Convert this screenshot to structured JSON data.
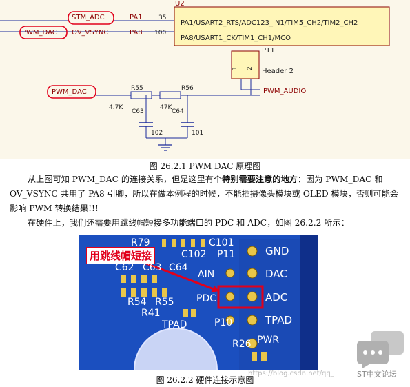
{
  "schematic": {
    "chip_ref": "U2",
    "pins": [
      {
        "net": "STM_ADC",
        "port": "PA1",
        "num": "35",
        "func": "PA1/USART2_RTS/ADC123_IN1/TIM5_CH2/TIM2_CH2"
      },
      {
        "net": "PWM_DAC",
        "net2": "OV_VSYNC",
        "port": "PA8",
        "num": "100",
        "func": "PA8/USART1_CK/TIM1_CH1/MCO"
      }
    ],
    "header_ref": "P11",
    "header_name": "Header 2",
    "header_pin1": "1",
    "header_pin2": "2",
    "filter": {
      "input_net": "PWM_DAC",
      "r1_ref": "R55",
      "r1_val": "4.7K",
      "r2_ref": "R56",
      "r2_val": "47K",
      "c1_ref": "C63",
      "c1_val": "102",
      "c2_ref": "C64",
      "c2_val": "101",
      "output_net": "PWM_AUDIO"
    }
  },
  "caption1": "图 26.2.1 PWM DAC 原理图",
  "paragraph1": {
    "part1": "从上图可知  PWM_DAC  的连接关系，但是这里有个",
    "bold": "特别需要注意的地方",
    "part2": "：因为 PWM_DAC 和 OV_VSYNC 共用了 PA8 引脚，所以在做本例程的时候，不能插摄像头模块或 OLED 模块，否则可能会影响 PWM 转换结果!!!"
  },
  "paragraph2": "在硬件上，我们还需要用跳线帽短接多功能端口的 PDC 和 ADC，如图 26.2.2 所示：",
  "photo": {
    "callout": "用跳线帽短接",
    "silk": [
      "R79",
      "C101",
      "C102",
      "P11",
      "C62",
      "C63",
      "C64",
      "AIN",
      "PDC",
      "R54",
      "R55",
      "R41",
      "TPAD",
      "P10",
      "R26",
      "PWR"
    ],
    "port_labels": [
      "GND",
      "DAC",
      "ADC",
      "TPAD"
    ]
  },
  "caption2": "图 26.2.2  硬件连接示意图",
  "watermark": "https://blog.csdn.net/qq_",
  "forum_label": "ST中文论坛",
  "colors": {
    "highlight_red": "#e1001b",
    "board_blue": "#1b4fbf",
    "schematic_bg": "#fbf7ea",
    "net_red": "#8b0000"
  }
}
